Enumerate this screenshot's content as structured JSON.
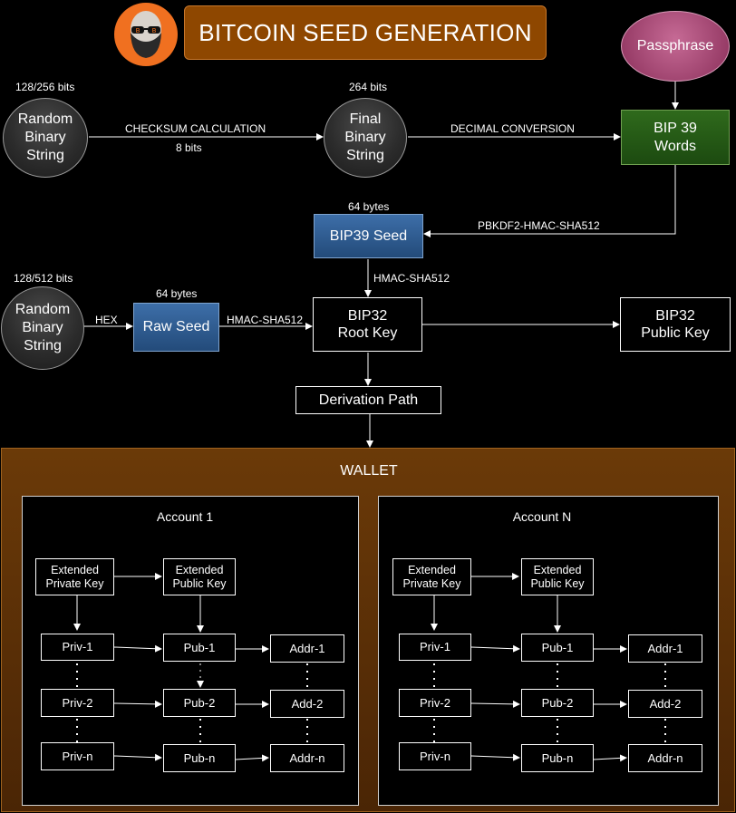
{
  "title": "BITCOIN SEED GENERATION",
  "avatar_icon": "bald-bearded-man-with-sunglasses-avatar",
  "nodes": {
    "random_binary_1": "Random Binary String",
    "random_binary_1_bits": "128/256 bits",
    "final_binary": "Final Binary String",
    "final_binary_bits": "264 bits",
    "passphrase": "Passphrase",
    "bip39_words": "BIP 39 Words",
    "bip39_seed": "BIP39 Seed",
    "bip39_seed_bytes": "64 bytes",
    "random_binary_2": "Random Binary String",
    "random_binary_2_bits": "128/512 bits",
    "raw_seed": "Raw Seed",
    "raw_seed_bytes": "64 bytes",
    "bip32_root": "BIP32 Root Key",
    "bip32_public": "BIP32 Public Key",
    "derivation_path": "Derivation Path"
  },
  "edges": {
    "checksum": "CHECKSUM CALCULATION",
    "checksum_bits": "8 bits",
    "decimal": "DECIMAL CONVERSION",
    "pbkdf2": "PBKDF2-HMAC-SHA512",
    "hmac_top": "HMAC-SHA512",
    "hex": "HEX",
    "hmac_left": "HMAC-SHA512"
  },
  "wallet": {
    "label": "WALLET",
    "accounts": [
      {
        "name": "Account 1",
        "xpriv": "Extended Private Key",
        "xpub": "Extended Public Key",
        "priv": [
          "Priv-1",
          "Priv-2",
          "Priv-n"
        ],
        "pub": [
          "Pub-1",
          "Pub-2",
          "Pub-n"
        ],
        "addr": [
          "Addr-1",
          "Add-2",
          "Addr-n"
        ]
      },
      {
        "name": "Account N",
        "xpriv": "Extended Private Key",
        "xpub": "Extended Public Key",
        "priv": [
          "Priv-1",
          "Priv-2",
          "Priv-n"
        ],
        "pub": [
          "Pub-1",
          "Pub-2",
          "Pub-n"
        ],
        "addr": [
          "Addr-1",
          "Add-2",
          "Addr-n"
        ]
      }
    ]
  },
  "colors": {
    "title_bg": "#8e4700",
    "wallet_bg": "#6b3a08",
    "seed_blue": "#3d6ea8",
    "words_green": "#2f6a1c",
    "passphrase_pink": "#b25a83"
  }
}
